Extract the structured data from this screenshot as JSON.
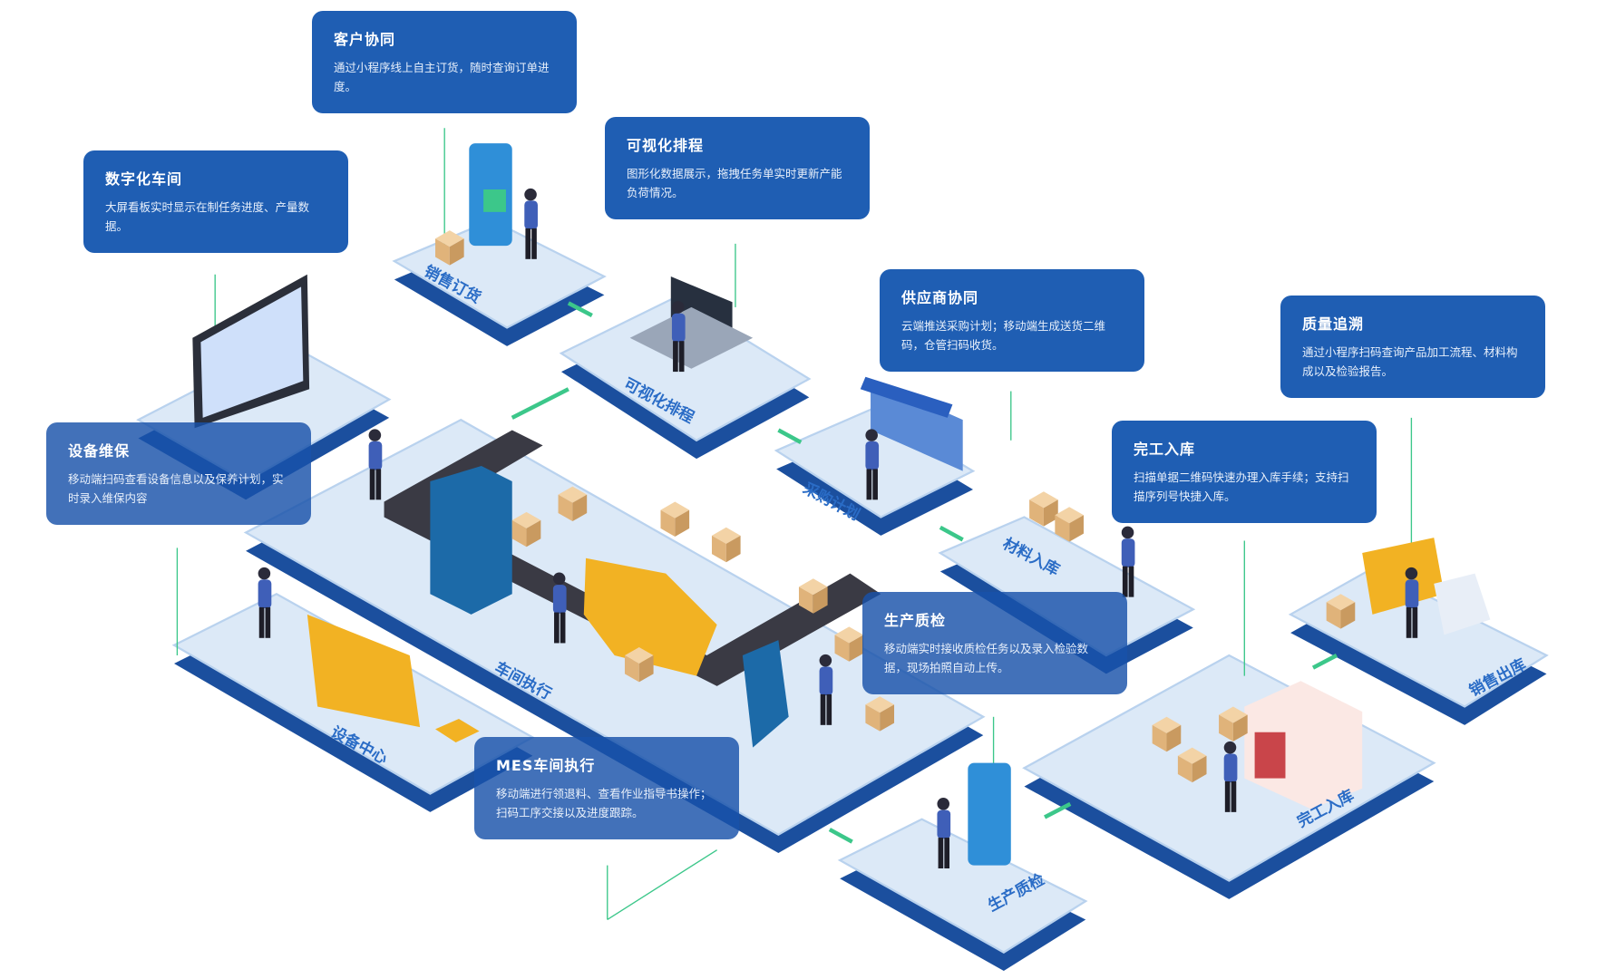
{
  "cards": [
    {
      "id": "customer",
      "title": "客户协同",
      "desc": "通过小程序线上自主订货，随时查询订单进度。"
    },
    {
      "id": "schedule",
      "title": "可视化排程",
      "desc": "图形化数据展示，拖拽任务单实时更新产能负荷情况。"
    },
    {
      "id": "digital",
      "title": "数字化车间",
      "desc": "大屏看板实时显示在制任务进度、产量数据。"
    },
    {
      "id": "maintenance",
      "title": "设备维保",
      "desc": "移动端扫码查看设备信息以及保养计划，实时录入维保内容"
    },
    {
      "id": "supplier",
      "title": "供应商协同",
      "desc": "云端推送采购计划；移动端生成送货二维码，仓管扫码收货。"
    },
    {
      "id": "trace",
      "title": "质量追溯",
      "desc": "通过小程序扫码查询产品加工流程、材料构成以及检验报告。"
    },
    {
      "id": "finish",
      "title": "完工入库",
      "desc": "扫描单据二维码快速办理入库手续；支持扫描序列号快捷入库。"
    },
    {
      "id": "qc",
      "title": "生产质检",
      "desc": "移动端实时接收质检任务以及录入检验数据，现场拍照自动上传。"
    },
    {
      "id": "mes",
      "title": "MES车间执行",
      "desc": "移动端进行领退料、查看作业指导书操作；扫码工序交接以及进度跟踪。"
    }
  ],
  "platform_labels": {
    "sales_order": "销售订货",
    "schedule": "可视化排程",
    "purchase": "采购计划",
    "material": "材料入库",
    "workshop": "车间执行",
    "equipment": "设备中心",
    "qc": "生产质检",
    "finish": "完工入库",
    "sales_out": "销售出库"
  },
  "colors": {
    "card": "#1f5eb3",
    "platform_top": "#dce9f7",
    "platform_side": "#1b4f9e",
    "accent_green": "#3cc78a",
    "box": "#e6c08e",
    "machine": "#f2b223"
  }
}
